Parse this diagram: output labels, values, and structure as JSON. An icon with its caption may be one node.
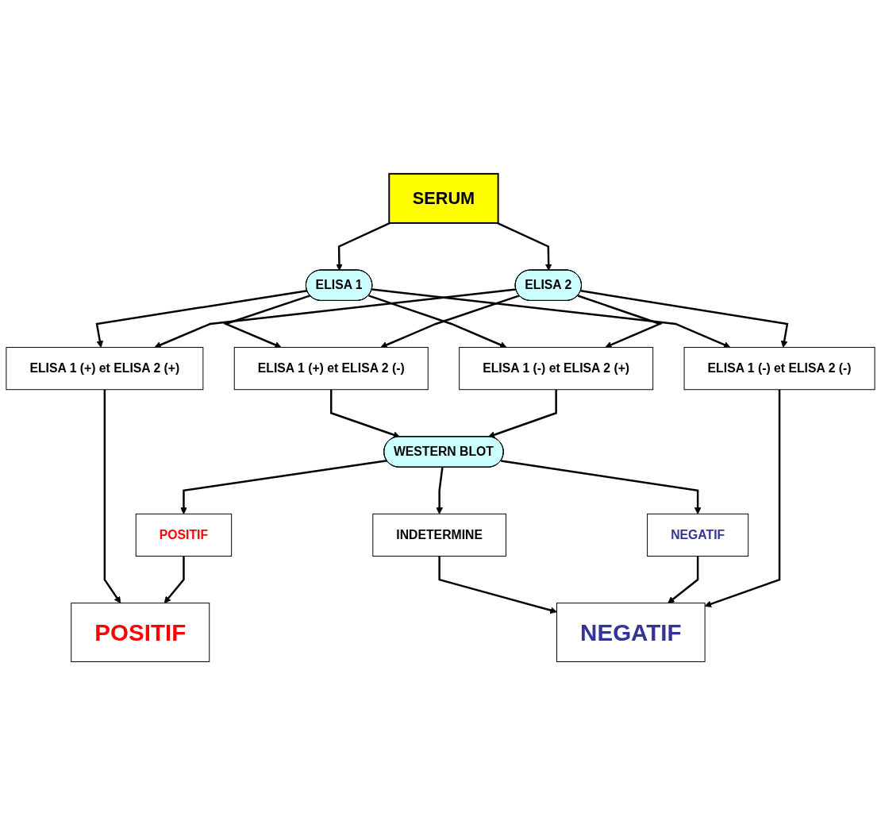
{
  "diagram": {
    "nodes": [
      {
        "text": [
          "SERUM"
        ]
      },
      {
        "text": [
          "ELISA 1"
        ]
      },
      {
        "text": [
          "ELISA 2"
        ]
      },
      {
        "text": [
          "ELISA 1 (+) et ELISA 2 (+)"
        ]
      },
      {
        "text": [
          "ELISA 1 (+) et ELISA 2 (-)"
        ]
      },
      {
        "text": [
          "ELISA 1 (-) et ELISA 2 (+)"
        ]
      },
      {
        "text": [
          "ELISA 1 (-) et ELISA 2 (-)"
        ]
      },
      {
        "text": [
          "WESTERN BLOT"
        ]
      },
      {
        "text": [
          "POSITIF"
        ]
      },
      {
        "text": [
          "INDETERMINE"
        ]
      },
      {
        "text": [
          "NEGATIF"
        ]
      },
      {
        "text": [
          "POSITIF"
        ]
      },
      {
        "text": [
          "NEGATIF"
        ]
      }
    ],
    "edges": [
      {
        "from": 0,
        "to": 1,
        "arrow": "to"
      },
      {
        "from": 0,
        "to": 2,
        "arrow": "to"
      },
      {
        "from": 1,
        "to": 3,
        "arrow": "to"
      },
      {
        "from": 1,
        "to": 4,
        "arrow": "to"
      },
      {
        "from": 1,
        "to": 5,
        "arrow": "to"
      },
      {
        "from": 1,
        "to": 6,
        "arrow": "to"
      },
      {
        "from": 2,
        "to": 3,
        "arrow": "to"
      },
      {
        "from": 2,
        "to": 4,
        "arrow": "to"
      },
      {
        "from": 2,
        "to": 5,
        "arrow": "to"
      },
      {
        "from": 2,
        "to": 6,
        "arrow": "to"
      },
      {
        "from": 4,
        "to": 7,
        "arrow": "to"
      },
      {
        "from": 5,
        "to": 7,
        "arrow": "to"
      },
      {
        "from": 7,
        "to": 8,
        "arrow": "to"
      },
      {
        "from": 7,
        "to": 9,
        "arrow": "to"
      },
      {
        "from": 7,
        "to": 10,
        "arrow": "to"
      },
      {
        "from": 3,
        "to": 11,
        "arrow": "to"
      },
      {
        "from": 8,
        "to": 11,
        "arrow": "to"
      },
      {
        "from": 9,
        "to": 12,
        "arrow": "to"
      },
      {
        "from": 10,
        "to": 12,
        "arrow": "to"
      },
      {
        "from": 6,
        "to": 12,
        "arrow": "to"
      }
    ]
  }
}
